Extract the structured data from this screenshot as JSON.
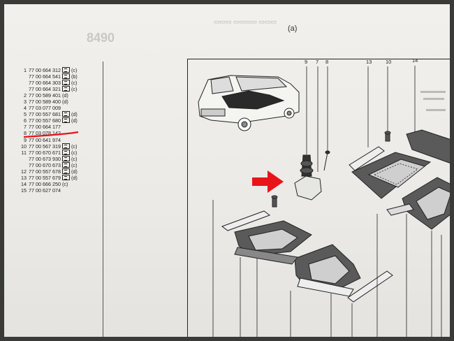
{
  "sheet": {
    "label": "(a)"
  },
  "parts": [
    {
      "num": "1",
      "code": "77 00 664 312",
      "box": true,
      "tag": "(c)"
    },
    {
      "num": "",
      "code": "77 00 664 541",
      "box": true,
      "tag": "(b)"
    },
    {
      "num": "",
      "code": "77 00 664 303",
      "box": true,
      "tag": "(c)"
    },
    {
      "num": "",
      "code": "77 00 664 321",
      "box": true,
      "tag": "(c)"
    },
    {
      "num": "2",
      "code": "77 00 589 401",
      "box": false,
      "tag": "(d)"
    },
    {
      "num": "3",
      "code": "77 00 589 400",
      "box": false,
      "tag": "(d)"
    },
    {
      "num": "4",
      "code": "77 03 077 009",
      "box": false,
      "tag": ""
    },
    {
      "num": "5",
      "code": "77 00 557 681",
      "box": true,
      "tag": "(d)"
    },
    {
      "num": "6",
      "code": "77 00 557 680",
      "box": true,
      "tag": "(d)"
    },
    {
      "num": "7",
      "code": "77 00 664 177",
      "box": false,
      "tag": ""
    },
    {
      "num": "8",
      "code": "77 03 078 142",
      "box": false,
      "tag": ""
    },
    {
      "num": "9",
      "code": "77 00 641 974",
      "box": false,
      "tag": ""
    },
    {
      "num": "10",
      "code": "77 00 567 319",
      "box": true,
      "tag": "(c)"
    },
    {
      "num": "11",
      "code": "77 00 670 671",
      "box": true,
      "tag": "(c)"
    },
    {
      "num": "",
      "code": "77 00 673 930",
      "box": true,
      "tag": "(c)"
    },
    {
      "num": "",
      "code": "77 00 670 673",
      "box": true,
      "tag": "(c)"
    },
    {
      "num": "12",
      "code": "77 00 557 678",
      "box": true,
      "tag": "(d)"
    },
    {
      "num": "13",
      "code": "77 00 557 679",
      "box": true,
      "tag": "(d)"
    },
    {
      "num": "14",
      "code": "77 00 666 250",
      "box": false,
      "tag": "(c)"
    },
    {
      "num": "15",
      "code": "77 00 627 074",
      "box": false,
      "tag": ""
    }
  ],
  "callouts": {
    "c9": "9",
    "c7": "7",
    "c8": "8",
    "c13": "13",
    "c10": "10",
    "c14": "14"
  },
  "colors": {
    "highlight": "#e8141a",
    "ink": "#222222",
    "paper": "#eeede9"
  }
}
